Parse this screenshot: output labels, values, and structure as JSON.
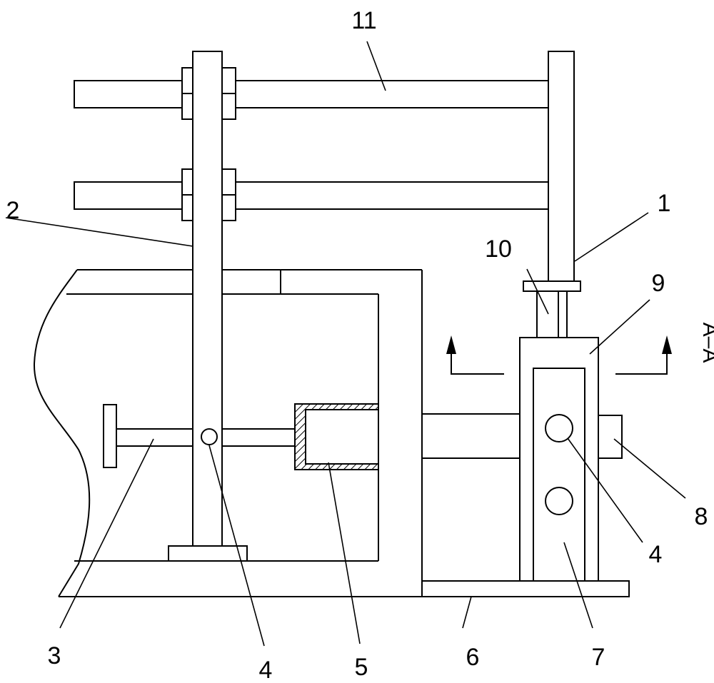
{
  "labels": {
    "l1": "1",
    "l2": "2",
    "l3": "3",
    "l4a": "4",
    "l4b": "4",
    "l5": "5",
    "l6": "6",
    "l7": "7",
    "l8": "8",
    "l9": "9",
    "l10": "10",
    "l11": "11"
  },
  "section_label": "A–A",
  "colors": {
    "line": "#000000",
    "background": "#ffffff"
  }
}
